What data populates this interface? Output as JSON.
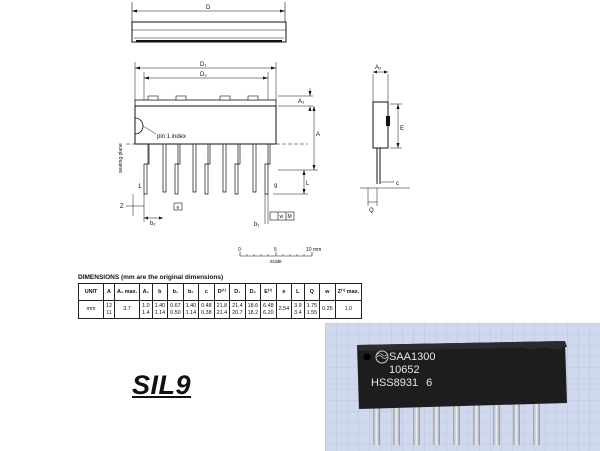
{
  "labels": {
    "D": "D",
    "D1": "D₁",
    "D2": "D₂",
    "A2": "A₂",
    "A3": "A₃",
    "A": "A",
    "L": "L",
    "E": "E",
    "c": "c",
    "Q": "Q",
    "Z": "Z",
    "e": "e",
    "b2": "b₂",
    "b1": "b₁",
    "pin1": "pin 1 index",
    "seating": "seating plane",
    "pin_first": "1",
    "pin_last": "9",
    "tolerance_m": "M",
    "tolerance_w": "w"
  },
  "scale": {
    "ticks": [
      "0",
      "5",
      "10 mm"
    ],
    "label": "scale"
  },
  "dimensions": {
    "title": "DIMENSIONS (mm are the original dimensions)",
    "headers": [
      "UNIT",
      "A",
      "A₂ max.",
      "A₃",
      "b",
      "b₁",
      "b₂",
      "c",
      "D⁽¹⁾",
      "D₁",
      "D₂",
      "E⁽¹⁾",
      "e",
      "L",
      "Q",
      "w",
      "Z⁽¹⁾ max."
    ],
    "row": {
      "unit": "mm",
      "A": [
        "12",
        "11"
      ],
      "A2": "3.7",
      "A3": [
        "1.0",
        "1.4"
      ],
      "b": [
        "1.40",
        "1.14"
      ],
      "b1": [
        "0.67",
        "0.50"
      ],
      "b2": [
        "1.40",
        "1.14"
      ],
      "c": [
        "0.48",
        "0.38"
      ],
      "D": [
        "21.8",
        "21.4"
      ],
      "D1": [
        "21.4",
        "20.7"
      ],
      "D2": [
        "18.6",
        "18.2"
      ],
      "E": [
        "6.48",
        "6.20"
      ],
      "e": "2.54",
      "L": [
        "3.9",
        "3.4"
      ],
      "Q": [
        "1.75",
        "1.55"
      ],
      "w": "0.25",
      "Z": "1.0"
    }
  },
  "package_name": "SIL9",
  "chip_marking": {
    "line1": "SAA1300",
    "line2": "10652",
    "line3": "HSS8931",
    "line3_suffix": "6"
  },
  "colors": {
    "photo_bg": "#cfd8ec",
    "grid": "#a9b6d6",
    "chip_body": "#1d1d1f",
    "pins": "#c9ccd3"
  }
}
